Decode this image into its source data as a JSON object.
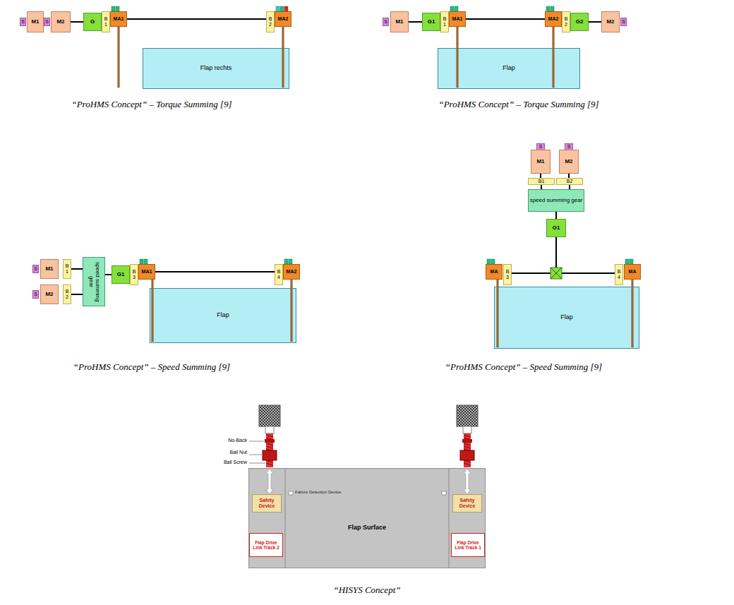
{
  "diagram": {
    "nodes": [
      {
        "text": [
          "S"
        ]
      },
      {
        "text": [
          "M1"
        ]
      },
      {
        "text": [
          "S"
        ]
      },
      {
        "text": [
          "M2"
        ]
      },
      {
        "text": [
          "G"
        ]
      },
      {
        "text": [
          "B 1"
        ]
      },
      {
        "text": [
          "MA1"
        ]
      },
      {
        "text": [
          "B 2"
        ]
      },
      {
        "text": [
          "MA2"
        ]
      },
      {
        "text": [
          "Flap rechts"
        ]
      },
      {
        "text": [
          "S"
        ]
      },
      {
        "text": [
          "M1"
        ]
      },
      {
        "text": [
          "G1"
        ]
      },
      {
        "text": [
          "B 1"
        ]
      },
      {
        "text": [
          "MA1"
        ]
      },
      {
        "text": [
          "MA2"
        ]
      },
      {
        "text": [
          "B 2"
        ]
      },
      {
        "text": [
          "G2"
        ]
      },
      {
        "text": [
          "M2"
        ]
      },
      {
        "text": [
          "S"
        ]
      },
      {
        "text": [
          "Flap"
        ]
      },
      {
        "text": [
          "S"
        ]
      },
      {
        "text": [
          "M1"
        ]
      },
      {
        "text": [
          "B 1"
        ]
      },
      {
        "text": [
          "S"
        ]
      },
      {
        "text": [
          "M2"
        ]
      },
      {
        "text": [
          "B 2"
        ]
      },
      {
        "text": [
          "speed summing gear"
        ]
      },
      {
        "text": [
          "G1"
        ]
      },
      {
        "text": [
          "B 3"
        ]
      },
      {
        "text": [
          "MA1"
        ]
      },
      {
        "text": [
          "B 4"
        ]
      },
      {
        "text": [
          "MA2"
        ]
      },
      {
        "text": [
          "Flap"
        ]
      },
      {
        "text": [
          "S"
        ]
      },
      {
        "text": [
          "S"
        ]
      },
      {
        "text": [
          "M1"
        ]
      },
      {
        "text": [
          "M2"
        ]
      },
      {
        "text": [
          "B1"
        ]
      },
      {
        "text": [
          "B2"
        ]
      },
      {
        "text": [
          "speed summing gear"
        ]
      },
      {
        "text": [
          "G1"
        ]
      },
      {
        "text": [
          "MA"
        ]
      },
      {
        "text": [
          "B 3"
        ]
      },
      {
        "text": [
          "B 4"
        ]
      },
      {
        "text": [
          "MA"
        ]
      },
      {
        "text": [
          "Flap"
        ]
      },
      {
        "text": [
          "Flap Surface"
        ]
      },
      {
        "text": [
          "Safety Device"
        ],
        "in": 47
      },
      {
        "text": [
          "Safety Device"
        ],
        "in": 47
      },
      {
        "text": [
          "Flap Drive Link Track 2"
        ],
        "in": 47
      },
      {
        "text": [
          "Flap Drive Link Track 1"
        ],
        "in": 47
      }
    ],
    "edges": [
      {
        "from": 3,
        "to": 4,
        "arrow": "none"
      },
      {
        "from": 6,
        "to": 7,
        "arrow": "none"
      },
      {
        "from": 11,
        "to": 12,
        "arrow": "none"
      },
      {
        "from": 14,
        "to": 15,
        "arrow": "none"
      },
      {
        "from": 17,
        "to": 18,
        "arrow": "none"
      },
      {
        "from": 23,
        "to": 27,
        "arrow": "none"
      },
      {
        "from": 26,
        "to": 27,
        "arrow": "none"
      },
      {
        "from": 27,
        "to": 28,
        "arrow": "none"
      },
      {
        "from": 30,
        "to": 31,
        "arrow": "none"
      },
      {
        "from": 36,
        "to": 38,
        "arrow": "none"
      },
      {
        "from": 37,
        "to": 39,
        "arrow": "none"
      },
      {
        "from": 38,
        "to": 40,
        "arrow": "none"
      },
      {
        "from": 39,
        "to": 40,
        "arrow": "none"
      },
      {
        "from": 40,
        "to": 41,
        "arrow": "none"
      },
      {
        "from": 43,
        "to": 44,
        "arrow": "none"
      }
    ],
    "labels": [
      "“ProHMS Concept” – Torque Summing [9]",
      "“ProHMS Concept” – Torque Summing [9]",
      "“ProHMS Concept” – Speed Summing [9]",
      "“ProHMS Concept” – Speed Summing [9]",
      "No-Back",
      "Ball Nut",
      "Ball Screw",
      "Failure Detection Device",
      "“HISYS Concept”"
    ]
  }
}
